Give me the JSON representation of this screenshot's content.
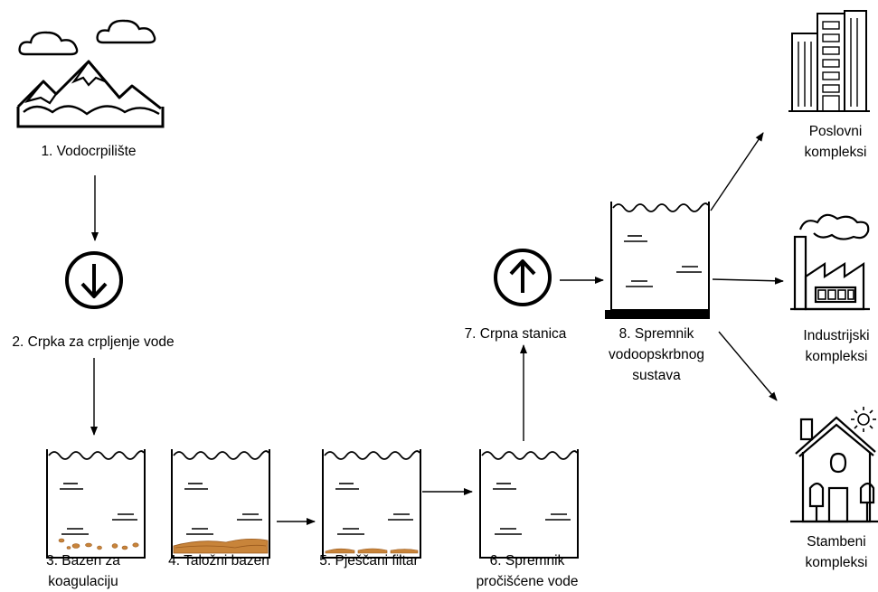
{
  "stages": {
    "source": {
      "label": "1. Vodocrpilište"
    },
    "pump": {
      "label": "2. Crpka za crpljenje vode"
    },
    "coagulation": {
      "line1": "3. Bazen za",
      "line2": "koagulaciju"
    },
    "settling": {
      "label": "4. Taložni bazen"
    },
    "sand_filter": {
      "label": "5. Pješčani filtar"
    },
    "clean_tank": {
      "line1": "6. Spremnik",
      "line2": "pročišćene vode"
    },
    "pump_station": {
      "label": "7. Crpna stanica"
    },
    "supply_tank": {
      "line1": "8. Spremnik",
      "line2": "vodoopskrbnog",
      "line3": "sustava"
    }
  },
  "consumers": {
    "business": {
      "line1": "Poslovni",
      "line2": "kompleksi"
    },
    "industrial": {
      "line1": "Industrijski",
      "line2": "kompleksi"
    },
    "residential": {
      "line1": "Stambeni",
      "line2": "kompleksi"
    }
  },
  "colors": {
    "ink": "#000000",
    "sediment": "#c8843a",
    "sediment_dark": "#9a5a1e",
    "sun": "#000000"
  },
  "icons": [
    "cloud-icon",
    "mountain-icon",
    "arrow-down-circle-icon",
    "arrow-up-circle-icon",
    "water-tank-icon",
    "office-building-icon",
    "factory-icon",
    "house-icon",
    "sun-icon"
  ]
}
